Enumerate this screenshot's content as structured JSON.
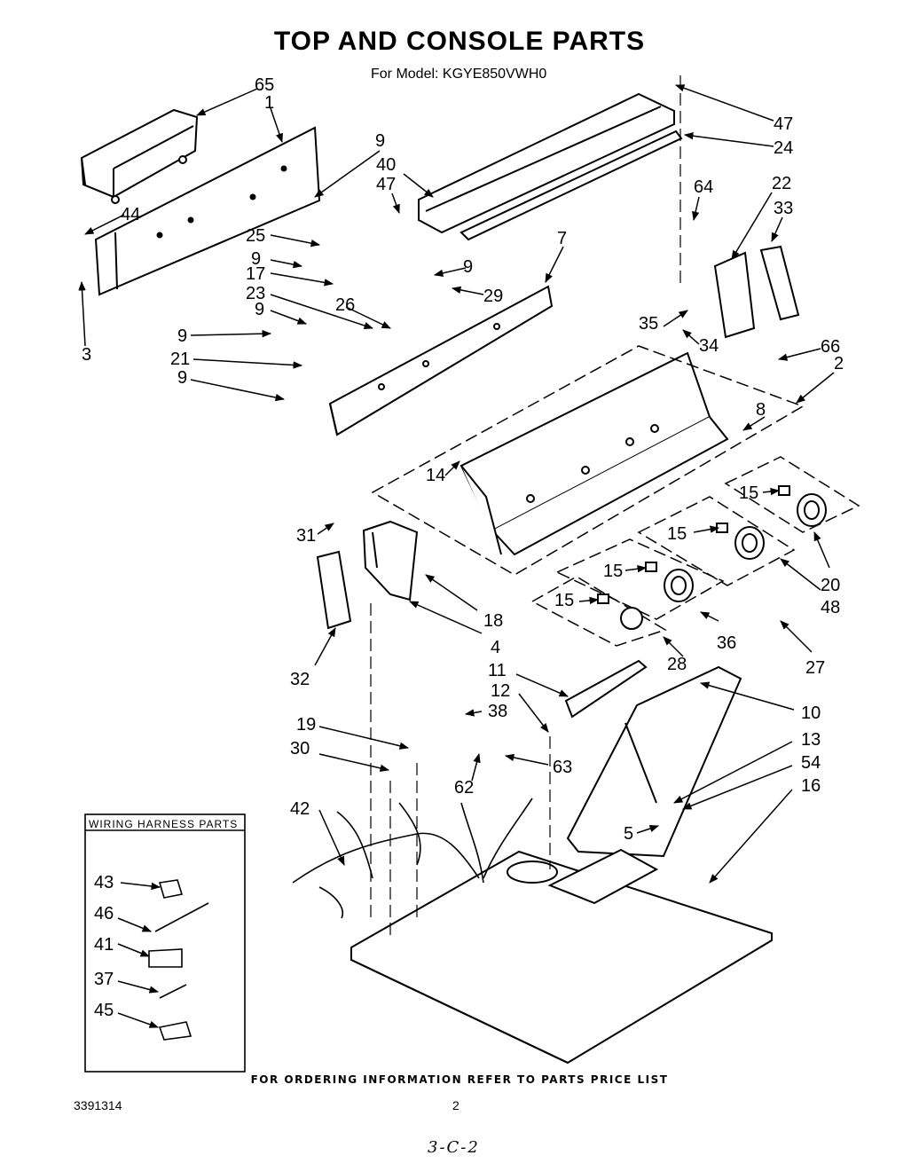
{
  "title": "TOP AND CONSOLE PARTS",
  "subtitle": "For Model: KGYE850VWH0",
  "legend": {
    "title": "WIRING HARNESS PARTS"
  },
  "footer": {
    "ordering_note": "FOR ORDERING INFORMATION REFER TO PARTS PRICE LIST",
    "doc_number": "3391314",
    "page_number": "2",
    "handwritten_note": "3-C-2"
  },
  "callouts": [
    "65",
    "1",
    "44",
    "3",
    "9",
    "40",
    "47",
    "24",
    "22",
    "33",
    "64",
    "25",
    "17",
    "23",
    "26",
    "21",
    "7",
    "29",
    "35",
    "34",
    "66",
    "2",
    "8",
    "14",
    "15",
    "20",
    "48",
    "36",
    "27",
    "28",
    "31",
    "32",
    "18",
    "4",
    "11",
    "10",
    "12",
    "38",
    "19",
    "30",
    "63",
    "62",
    "42",
    "13",
    "54",
    "16",
    "5",
    "43",
    "46",
    "41",
    "37",
    "45"
  ]
}
